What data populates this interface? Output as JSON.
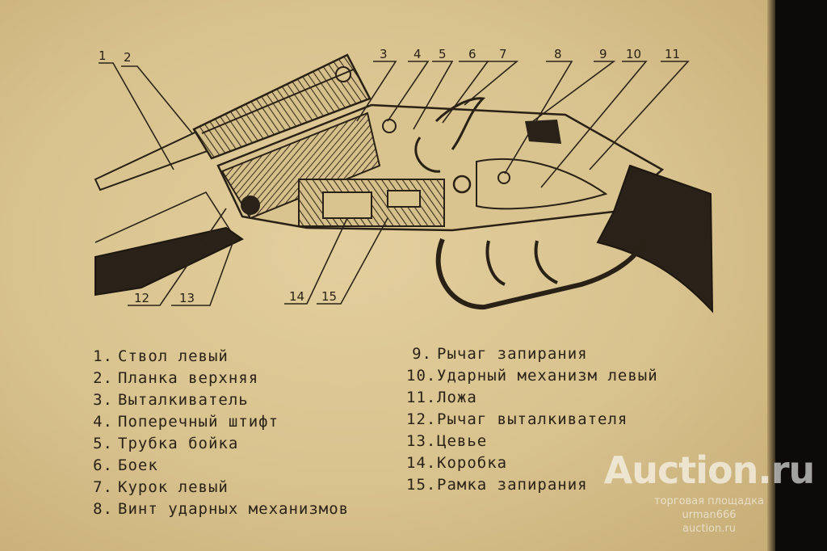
{
  "callouts": {
    "top": [
      "1",
      "2",
      "3",
      "4",
      "5",
      "6",
      "7",
      "8",
      "9",
      "10",
      "11"
    ],
    "bottom": [
      "12",
      "13",
      "14",
      "15"
    ]
  },
  "legend": {
    "left": [
      {
        "num": "1.",
        "label": "Ствол левый"
      },
      {
        "num": "2.",
        "label": "Планка верхняя"
      },
      {
        "num": "3.",
        "label": "Выталкиватель"
      },
      {
        "num": "4.",
        "label": "Поперечный штифт"
      },
      {
        "num": "5.",
        "label": "Трубка бойка"
      },
      {
        "num": "6.",
        "label": "Боек"
      },
      {
        "num": "7.",
        "label": "Курок левый"
      },
      {
        "num": "8.",
        "label": "Винт ударных механизмов"
      }
    ],
    "right": [
      {
        "num": "9.",
        "label": "Рычаг запирания"
      },
      {
        "num": "10.",
        "label": "Ударный механизм левый"
      },
      {
        "num": "11.",
        "label": "Ложа"
      },
      {
        "num": "12.",
        "label": "Рычаг выталкивателя"
      },
      {
        "num": "13.",
        "label": "Цевье"
      },
      {
        "num": "14.",
        "label": "Коробка"
      },
      {
        "num": "15.",
        "label": "Рамка запирания"
      }
    ]
  },
  "watermark": {
    "logo": "Auction.ru",
    "lines": [
      "торговая площадка",
      "urman666",
      "auction.ru"
    ]
  }
}
